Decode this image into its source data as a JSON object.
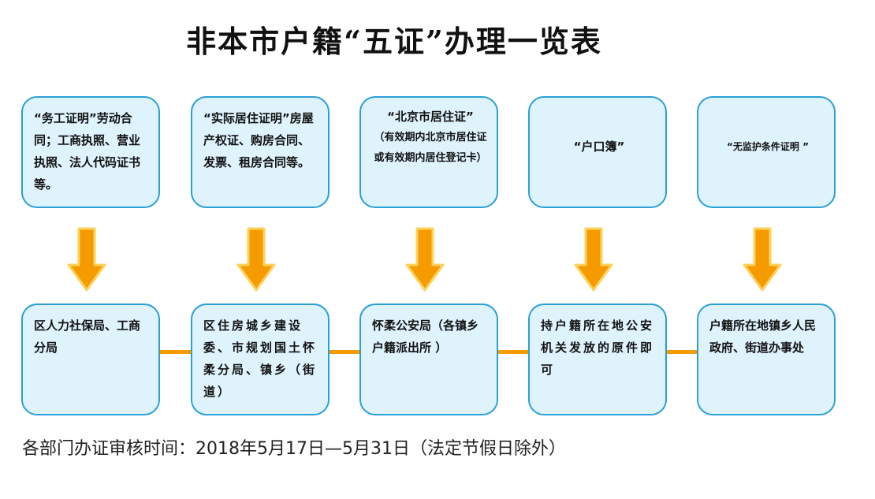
{
  "title": "非本市户籍“五证”办理一览表",
  "documents": [
    {
      "main": "“务工证明”劳动合同；工商执照、营业执照、法人代码证书等。",
      "sub": ""
    },
    {
      "main": "“实际居住证明”房屋产权证、购房合同、发票、租房合同等。",
      "sub": ""
    },
    {
      "main": "“北京市居住证”",
      "sub": "（有效期内北京市居住证或有效期内居住登记卡）"
    },
    {
      "main": "“户口簿”",
      "sub": ""
    },
    {
      "main": "“无监护条件证明 ”",
      "sub": ""
    }
  ],
  "departments": [
    "区人力社保局、工商分局",
    "区住房城乡建设委、市规划国土怀柔分局、镇乡（街道）",
    "怀柔公安局（各镇乡户籍派出所 ）",
    "持户籍所在地公安机关发放的原件即可",
    "户籍所在地镇乡人民政府、街道办事处"
  ],
  "footer": "各部门办证审核时间：2018年5月17日—5月31日（法定节假日除外）",
  "colors": {
    "box_fill": "#dff3fd",
    "box_border": "#2a9fd8",
    "arrow": "#f59b00",
    "arrow_light": "#fcd25c"
  }
}
